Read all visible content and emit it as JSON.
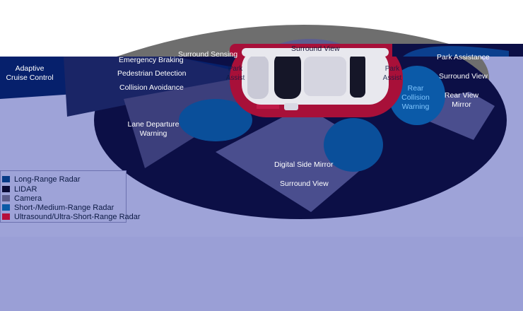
{
  "colors": {
    "long_range_radar": "#063a86",
    "lidar": "#0a0b36",
    "camera": "#5b5c8b",
    "short_medium_range_radar": "#0a5aa6",
    "ultrasound_radar": "#b6103b",
    "background": "#9ea3d8"
  },
  "labels": {
    "adaptive_cruise_control": "Adaptive Cruise Control",
    "emergency_braking": "Emergency Braking",
    "surround_sensing": "Surround Sensing",
    "pedestrian_detection": "Pedestrian Detection",
    "collision_avoidance": "Collision Avoidance",
    "lane_departure_warning": "Lane Departure Warning",
    "surround_view_top": "Surround View",
    "park_assist_front": "Park Assist",
    "park_assist_rear": "Park Assist",
    "rear_collision_warning": "Rear Collision Warning",
    "park_assistance": "Park Assistance",
    "surround_view_right": "Surround View",
    "rear_view_mirror": "Rear View Mirror",
    "digital_side_mirror": "Digital Side Mirror",
    "surround_view_bottom": "Surround View"
  },
  "legend": [
    {
      "label": "Long-Range Radar",
      "color": "#063a86"
    },
    {
      "label": "LIDAR",
      "color": "#0a0b36"
    },
    {
      "label": "Camera",
      "color": "#5b5c8b"
    },
    {
      "label": "Short-/Medium-Range Radar",
      "color": "#0a5aa6"
    },
    {
      "label": "Ultrasound/Ultra-Short-Range Radar",
      "color": "#b6103b"
    }
  ]
}
